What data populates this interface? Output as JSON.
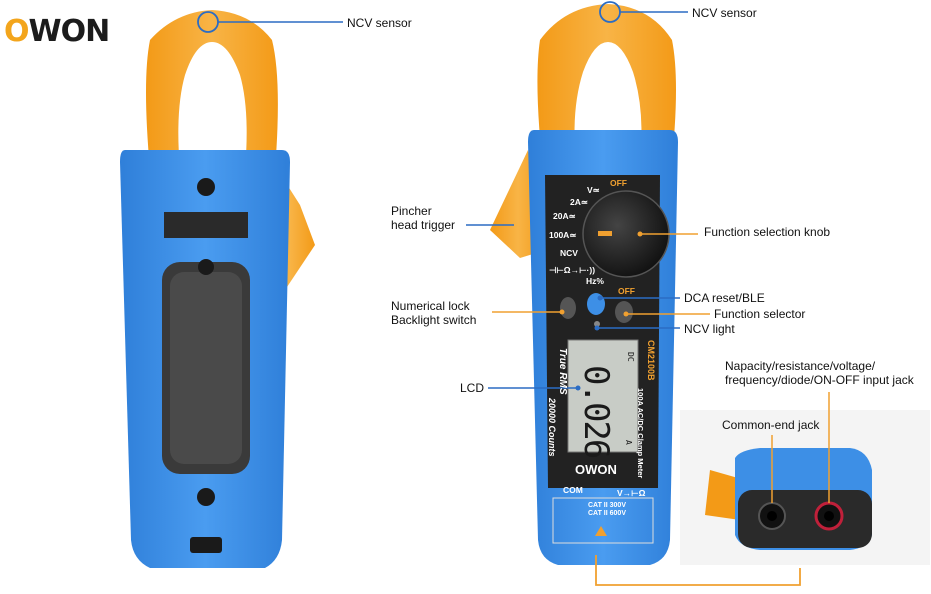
{
  "logo": {
    "first_letter": "O",
    "rest": "WON"
  },
  "colors": {
    "body_blue": "#3d8fe6",
    "clamp_orange": "#f5a623",
    "line_orange": "#f0a030",
    "line_blue": "#2b6cc4",
    "panel_dark": "#222222",
    "lcd_gray": "#c8ccc6"
  },
  "labels": {
    "ncv_left": "NCV sensor",
    "ncv_right": "NCV sensor",
    "trigger_l1": "Pincher",
    "trigger_l2": "head trigger",
    "knob": "Function selection knob",
    "dca": "DCA reset/BLE",
    "func_sel": "Function selector",
    "ncv_light": "NCV light",
    "lock_l1": "Numerical lock",
    "lock_l2": "Backlight switch",
    "lcd": "LCD",
    "input_l1": "Napacity/resistance/voltage/",
    "input_l2": "frequency/diode/ON-OFF input jack",
    "common": "Common-end jack"
  },
  "meter_text": {
    "off": "OFF",
    "v": "V≃",
    "a2": "2A≃",
    "a20": "20A≃",
    "a100": "100A≃",
    "ncv": "NCV",
    "symbols": "⊣⊢Ω→⊢·))",
    "hz": "Hz%",
    "off2": "OFF",
    "model": "CM2100B",
    "spec": "100A AC/DC Clamp Meter",
    "true_rms": "True RMS",
    "counts": "20000 Counts",
    "dc": "DC",
    "reading": "0.026",
    "unit": "A",
    "brand": "OWON",
    "com": "COM",
    "v_ohm": "V→⊢Ω",
    "cat1": "CAT II 300V",
    "cat2": "CAT II 600V"
  }
}
